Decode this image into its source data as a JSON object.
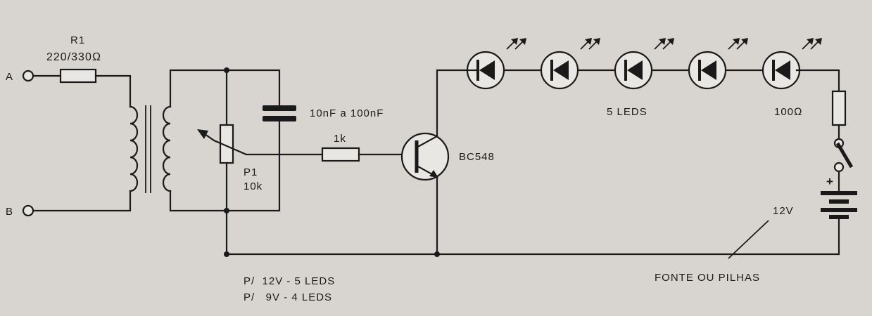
{
  "terminals": {
    "a": "A",
    "b": "B"
  },
  "r1": {
    "name": "R1",
    "value": "220/330Ω"
  },
  "capacitor": {
    "value": "10nF a 100nF"
  },
  "potentiometer": {
    "name": "P1",
    "value": "10k"
  },
  "base_resistor": {
    "value": "1k"
  },
  "transistor": {
    "name": "BC548"
  },
  "leds": {
    "label": "5 LEDS",
    "count": 5
  },
  "series_resistor": {
    "value": "100Ω"
  },
  "battery": {
    "plus": "+",
    "voltage": "12V",
    "caption": "FONTE OU PILHAS"
  },
  "notes": [
    "P/  12V - 5 LEDS",
    "P/   9V - 4 LEDS"
  ]
}
